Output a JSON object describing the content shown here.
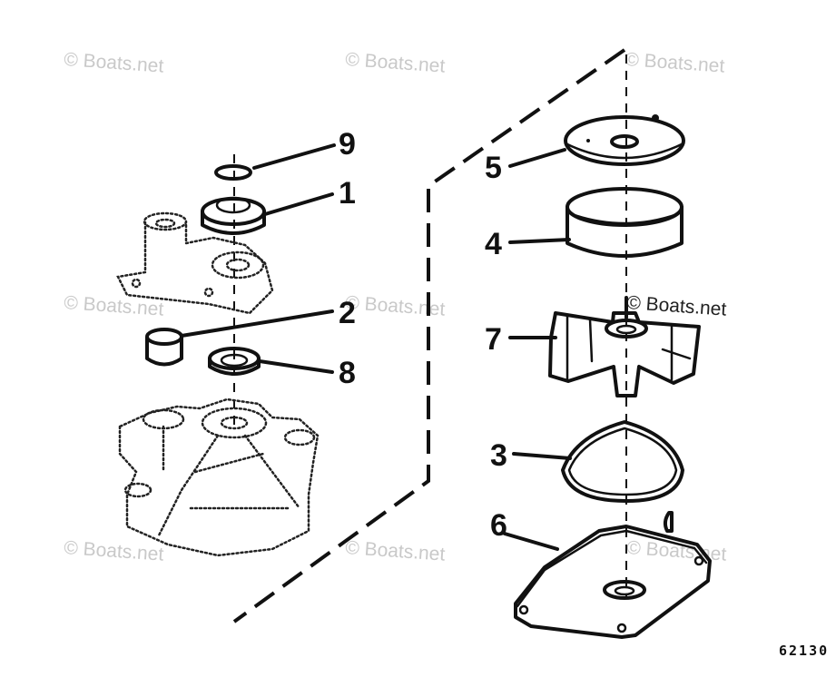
{
  "callouts": {
    "c9": "9",
    "c1": "1",
    "c2": "2",
    "c8": "8",
    "c5": "5",
    "c4": "4",
    "c7": "7",
    "c3": "3",
    "c6": "6"
  },
  "watermark": "© Boats.net",
  "figure_number": "62130",
  "colors": {
    "ink": "#111111",
    "watermark": "#c9c9c9",
    "background": "#ffffff"
  }
}
